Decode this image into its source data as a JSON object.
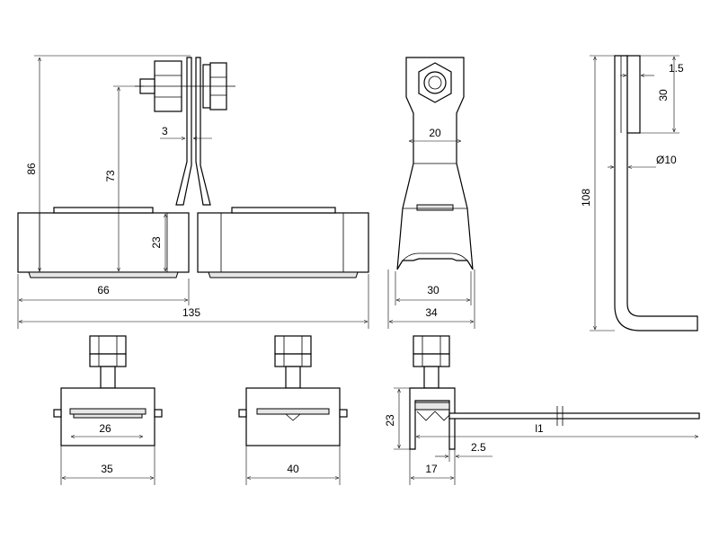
{
  "dimensions": {
    "front_height_total": "86",
    "front_height_bolt": "73",
    "front_plate_thickness": "3",
    "front_block_height": "23",
    "front_block_width": "66",
    "front_total_width": "135",
    "side_bolt_width": "20",
    "side_base_width_inner": "30",
    "side_base_width_outer": "34",
    "rod_offset": "1.5",
    "rod_top_length": "30",
    "rod_diameter": "Ø10",
    "rod_length": "108",
    "clamp1_inner": "26",
    "clamp1_outer": "35",
    "clamp2_outer": "40",
    "bottom_height": "23",
    "bottom_length": "l1",
    "bottom_gap": "2.5",
    "bottom_width": "17"
  }
}
